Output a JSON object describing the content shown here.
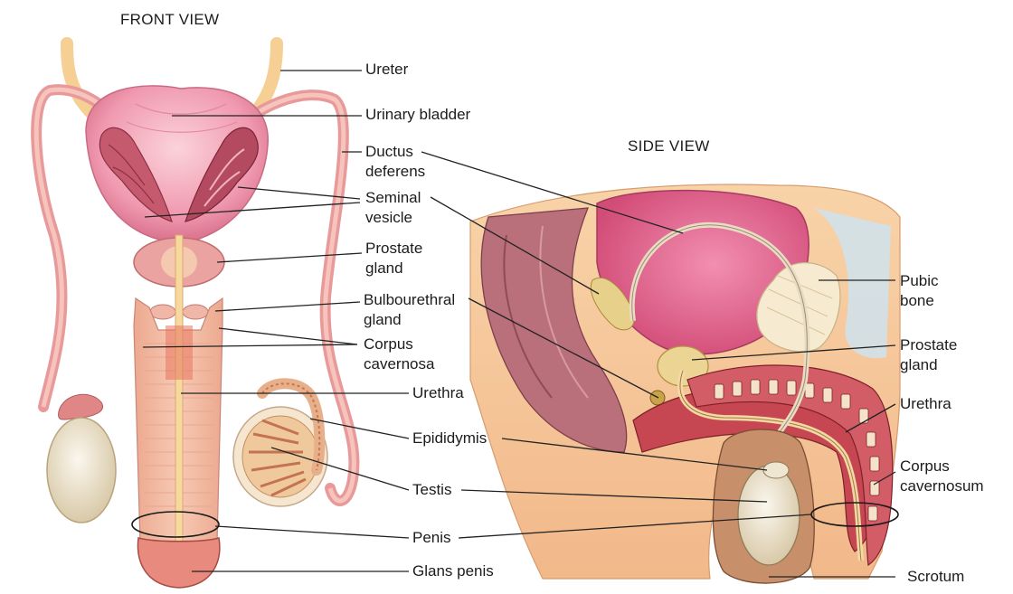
{
  "views": {
    "front": "FRONT VIEW",
    "side": "SIDE VIEW"
  },
  "front_labels": {
    "ureter": "Ureter",
    "urinary_bladder": "Urinary bladder",
    "ductus_deferens": [
      "Ductus",
      "deferens"
    ],
    "seminal_vesicle": [
      "Seminal",
      "vesicle"
    ],
    "prostate_gland": [
      "Prostate",
      "gland"
    ],
    "bulbourethral_gland": [
      "Bulbourethral",
      "gland"
    ],
    "corpus_cavernosa": [
      "Corpus",
      "cavernosa"
    ],
    "urethra": "Urethra",
    "epididymis": "Epididymis",
    "testis": "Testis",
    "penis": "Penis",
    "glans_penis": "Glans penis"
  },
  "side_labels": {
    "pubic_bone": [
      "Pubic",
      "bone"
    ],
    "prostate_gland": [
      "Prostate",
      "gland"
    ],
    "urethra": "Urethra",
    "corpus_cavernosum": [
      "Corpus",
      "cavernosum"
    ],
    "scrotum": "Scrotum"
  },
  "colors": {
    "skin": "#f6c89a",
    "skin_dark": "#e9a878",
    "bladder": "#e7708f",
    "bladder_light": "#f4a8b6",
    "vas": "#ecb9aa",
    "testis": "#ece3cf",
    "leader": "#222222",
    "erectile": "#b9404a",
    "bone": "#f5e6c4",
    "ligament": "#cfe3f0"
  }
}
